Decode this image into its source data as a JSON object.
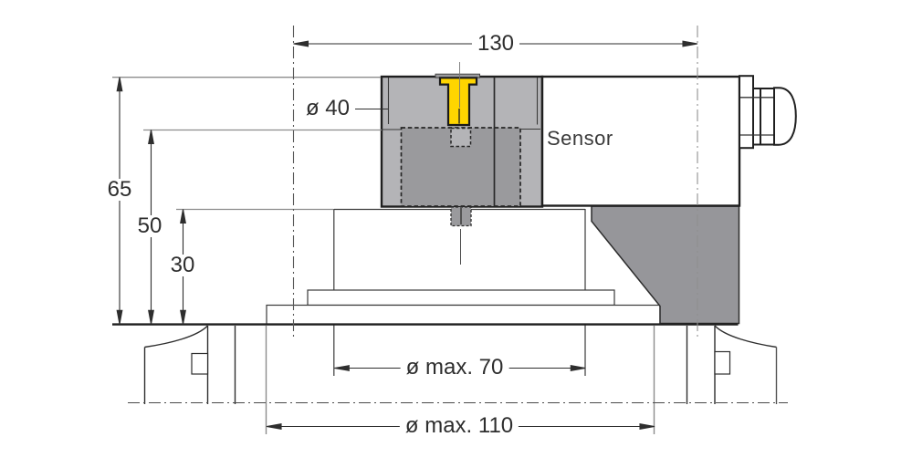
{
  "diagram": {
    "type": "technical-drawing-side-view",
    "device_label": "Sensor",
    "dimensions": {
      "overall_width": "130",
      "height_total": "65",
      "height_mid": "50",
      "height_inner": "30",
      "bore_diameter": "ø 40",
      "inner_max_diameter": "ø max. 70",
      "outer_max_diameter": "ø max. 110"
    },
    "colors": {
      "body_light_gray": "#b4b4b7",
      "body_medium_gray": "#9a9a9d",
      "bracket_gray": "#96969a",
      "plunger_yellow": "#ffd500",
      "outline_dark": "#1f1f1f",
      "line_medium": "#3a3a3a",
      "line_light_gray": "#8c8c8c",
      "text": "#2e2e2e"
    }
  }
}
